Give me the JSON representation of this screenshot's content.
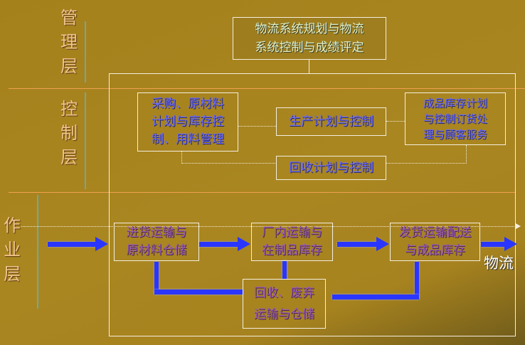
{
  "layers": {
    "management": "管\n理\n层",
    "control": "控\n制\n层",
    "operation": "作\n业\n层"
  },
  "management_box": "物流系统规划与物流\n系统控制与成绩评定",
  "control_boxes": {
    "procurement": "采购、原材料\n计划与库存控\n制、用料管理",
    "production": "生产计划与控制",
    "finished_goods": "成品库存计划\n与控制订货处\n理与顾客服务",
    "recycling": "回收计划与控制"
  },
  "operation_boxes": {
    "inbound": "进货运输与\n原材料仓储",
    "in_plant": "厂内运输与\n在制品库存",
    "outbound": "发货运输配送\n与成品库存",
    "reverse": "回收、废弃\n运输与仓储"
  },
  "flow_label": "物流",
  "colors": {
    "background": "#a8841f",
    "flow_arrow": "#2a36ff",
    "layer_label": "#f2c48e",
    "divider": "#f0a050"
  }
}
